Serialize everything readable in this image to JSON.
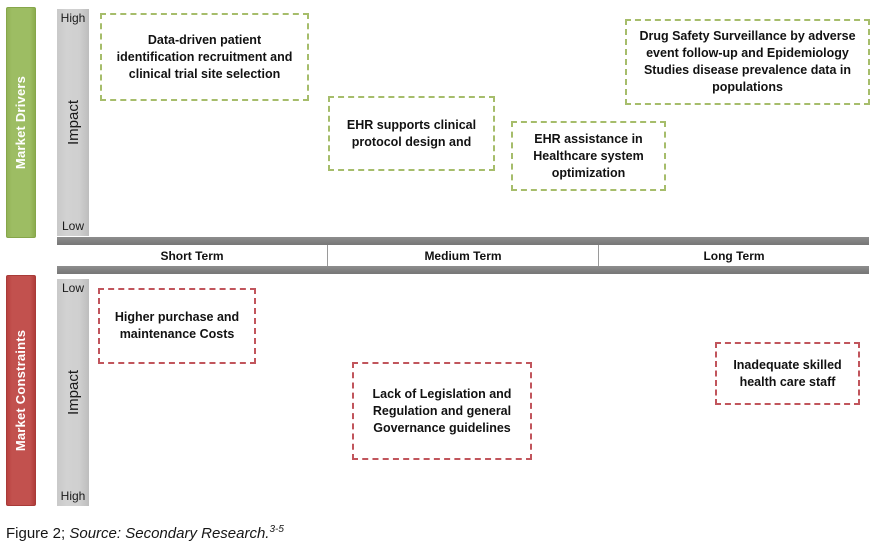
{
  "figure": {
    "caption_lead": "Figure 2;",
    "caption_source": " Source: Secondary Research.",
    "caption_reference": "3-5"
  },
  "colors": {
    "drivers_bar": "#9dbd63",
    "constraints_bar": "#c2514e",
    "impact_axis": "#cfcfcf",
    "timeline_rule": "#828282",
    "driver_box_border": "#a6bd6b",
    "constraint_box_border": "#c1555c"
  },
  "panels": {
    "drivers": {
      "side_label": "Market Drivers",
      "axis": {
        "top_label": "High",
        "mid_label": "Impact",
        "bottom_label": "Low"
      },
      "boxes": [
        {
          "text": "Data-driven patient identification recruitment and clinical trial site selection"
        },
        {
          "text": "EHR supports clinical protocol design and"
        },
        {
          "text": "EHR assistance in Healthcare system optimization"
        },
        {
          "text": "Drug Safety Surveillance by adverse event follow-up and Epidemiology Studies disease prevalence data in populations"
        }
      ]
    },
    "constraints": {
      "side_label": "Market Constraints",
      "axis": {
        "top_label": "Low",
        "mid_label": "Impact",
        "bottom_label": "High"
      },
      "boxes": [
        {
          "text": "Higher purchase and maintenance Costs"
        },
        {
          "text": "Lack of Legislation and Regulation and general Governance guidelines"
        },
        {
          "text": "Inadequate skilled health care staff"
        }
      ]
    }
  },
  "timeline": {
    "segments": [
      {
        "label": "Short Term"
      },
      {
        "label": "Medium Term"
      },
      {
        "label": "Long Term"
      }
    ]
  }
}
